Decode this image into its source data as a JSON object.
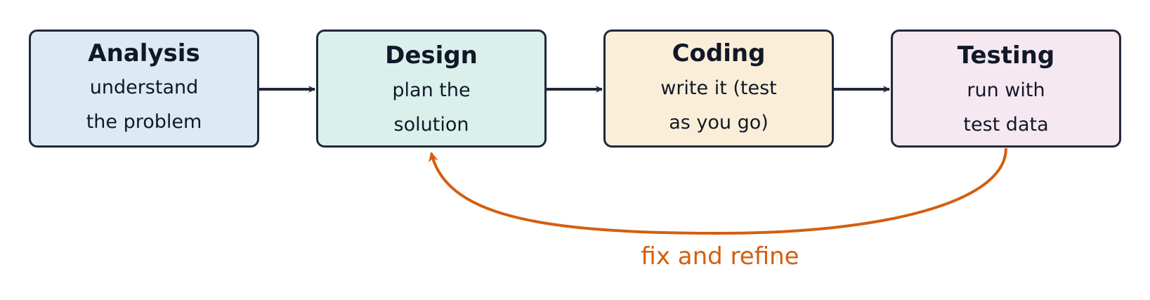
{
  "stages": [
    {
      "title": "Analysis",
      "line1": "understand",
      "line2": "the problem",
      "fill": "#dbeaf3"
    },
    {
      "title": "Design",
      "line1": "plan the",
      "line2": "solution",
      "fill": "#daf1eb"
    },
    {
      "title": "Coding",
      "line1": "write it (test",
      "line2": "as you go)",
      "fill": "#faeed8"
    },
    {
      "title": "Testing",
      "line1": "run with",
      "line2": "test data",
      "fill": "#f6e8f1"
    }
  ],
  "feedback": {
    "label": "fix and refine",
    "color": "#d35f0f"
  },
  "colors": {
    "border": "#1f2937",
    "arrow": "#1f2937",
    "text": "#111827"
  }
}
